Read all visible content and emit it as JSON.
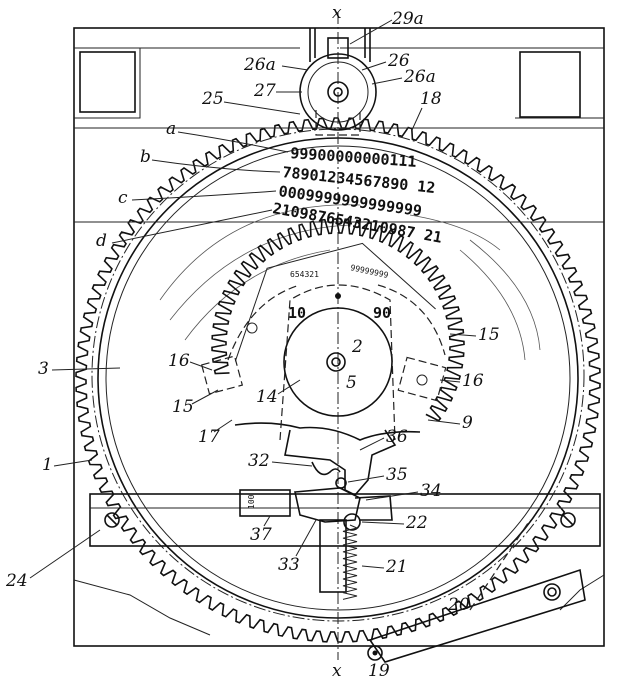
{
  "axis": {
    "top": "x",
    "bottom": "x"
  },
  "rows": {
    "a": "99900000000111",
    "b": "78901234567890 12",
    "c": "0009999999999999",
    "d": "2109876543210987 21"
  },
  "inner_dial": {
    "left_numeral": "10",
    "right_numeral": "90",
    "tiny_left": "654321",
    "tiny_right": "99999999"
  },
  "labels": {
    "l1": "1",
    "l2": "2",
    "l3": "3",
    "l5": "5",
    "l9": "9",
    "l14": "14",
    "l15a": "15",
    "l15b": "15",
    "l16a": "16",
    "l16b": "16",
    "l17": "17",
    "l18": "18",
    "l19": "19",
    "l20": "20",
    "l21": "21",
    "l22": "22",
    "l24": "24",
    "l25": "25",
    "l26": "26",
    "l26a_left": "26a",
    "l26a_right": "26a",
    "l27": "27",
    "l29a": "29a",
    "l32": "32",
    "l33": "33",
    "l34": "34",
    "l35": "35",
    "l36": "36",
    "l37": "37",
    "la": "a",
    "lb": "b",
    "lc": "c",
    "ld": "d"
  },
  "tag_text": "100"
}
